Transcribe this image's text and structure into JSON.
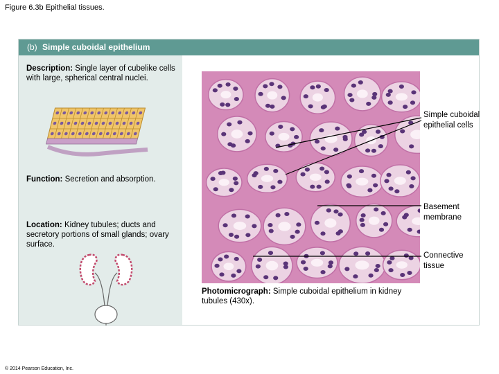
{
  "figure": {
    "title": "Figure 6.3b  Epithelial tissues."
  },
  "panel": {
    "tag": "(b)",
    "title": "Simple cuboidal epithelium"
  },
  "description": {
    "lead": "Description:",
    "text": " Single layer of cubelike cells with large, spherical central nuclei."
  },
  "function": {
    "lead": "Function:",
    "text": " Secretion and absorption."
  },
  "location": {
    "lead": "Location:",
    "text": " Kidney tubules; ducts and secretory portions of small glands; ovary surface."
  },
  "labels": {
    "cells": "Simple cuboidal epithelial cells",
    "basement": "Basement membrane",
    "connective": "Connective tissue"
  },
  "photo_caption": {
    "lead": "Photomicrograph:",
    "text": " Simple cuboidal epithelium in kidney tubules (430x)."
  },
  "footer": {
    "copyright": "© 2014 Pearson Education, Inc."
  },
  "colors": {
    "header": "#5f9a93",
    "left_panel": "#e3ecea",
    "tissue_pink": "#d48ab8",
    "tubule_pale": "#ecd3e3",
    "nucleus": "#5a3478"
  }
}
